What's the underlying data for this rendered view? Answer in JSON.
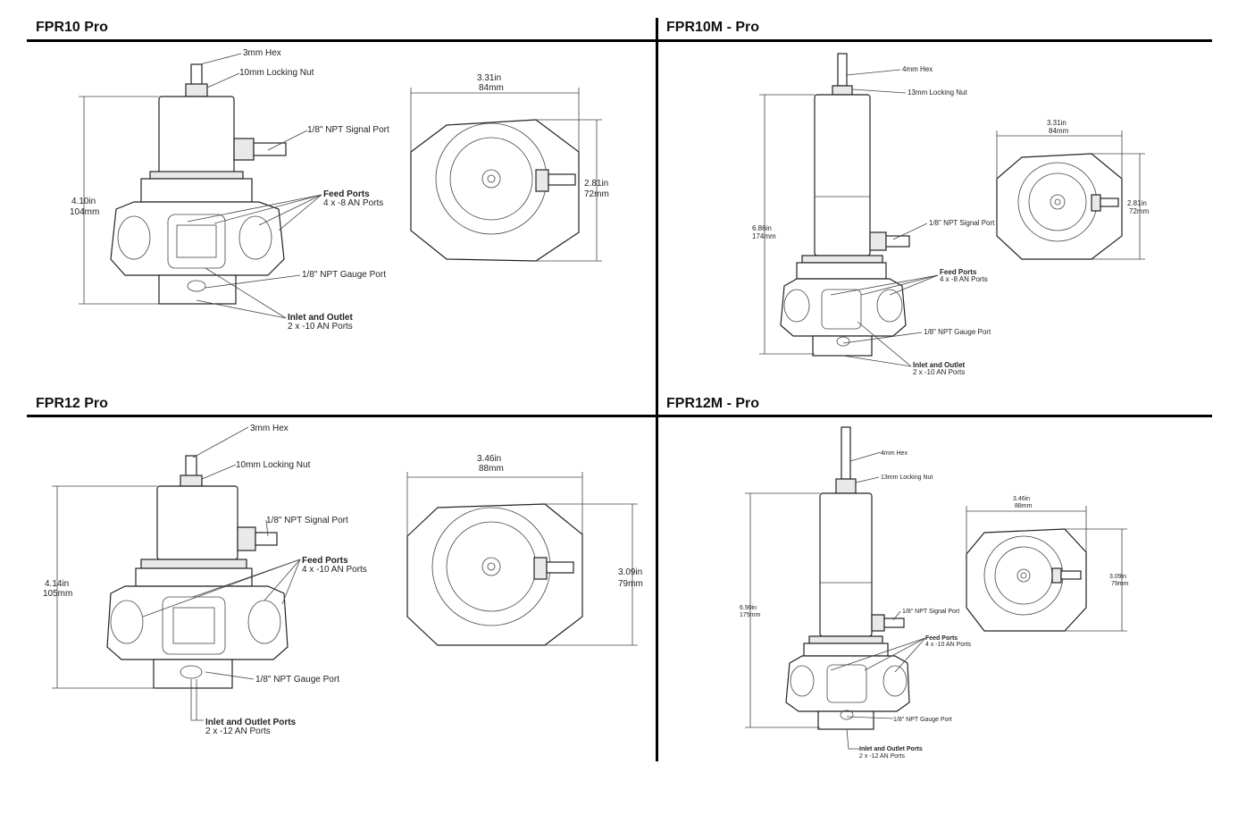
{
  "panels": {
    "fpr10": {
      "title": "FPR10 Pro",
      "callouts": {
        "hex": "3mm Hex",
        "nut": "10mm Locking Nut",
        "signal": "1/8\" NPT Signal Port",
        "feed_title": "Feed Ports",
        "feed_sub": "4 x  -8 AN Ports",
        "gauge": "1/8\" NPT Gauge Port",
        "inlet_title": "Inlet and Outlet",
        "inlet_sub": "2 x -10 AN Ports"
      },
      "dims": {
        "height_in": "4.10in",
        "height_mm": "104mm",
        "width_in": "3.31in",
        "width_mm": "84mm",
        "depth_in": "2.81in",
        "depth_mm": "72mm"
      }
    },
    "fpr10m": {
      "title": "FPR10M - Pro",
      "callouts": {
        "hex": "4mm Hex",
        "nut": "13mm Locking Nut",
        "signal": "1/8\" NPT Signal Port",
        "feed_title": "Feed Ports",
        "feed_sub": "4 x  -8 AN Ports",
        "gauge": "1/8\" NPT Gauge Port",
        "inlet_title": "Inlet and Outlet",
        "inlet_sub": "2 x -10 AN Ports"
      },
      "dims": {
        "height_in": "6.86in",
        "height_mm": "174mm",
        "width_in": "3.31in",
        "width_mm": "84mm",
        "depth_in": "2.81in",
        "depth_mm": "72mm"
      }
    },
    "fpr12": {
      "title": "FPR12 Pro",
      "callouts": {
        "hex": "3mm Hex",
        "nut": "10mm Locking Nut",
        "signal": "1/8\" NPT Signal Port",
        "feed_title": "Feed Ports",
        "feed_sub": "4  x -10 AN Ports",
        "gauge": "1/8\" NPT Gauge Port",
        "inlet_title": "Inlet and Outlet Ports",
        "inlet_sub": "2 x -12 AN Ports"
      },
      "dims": {
        "height_in": "4.14in",
        "height_mm": "105mm",
        "width_in": "3.46in",
        "width_mm": "88mm",
        "depth_in": "3.09in",
        "depth_mm": "79mm"
      }
    },
    "fpr12m": {
      "title": "FPR12M - Pro",
      "callouts": {
        "hex": "4mm Hex",
        "nut": "13mm Locking Nut",
        "signal": "1/8\" NPT Signal Port",
        "feed_title": "Feed Ports",
        "feed_sub": "4  x -10 AN Ports",
        "gauge": "1/8\" NPT Gauge Port",
        "inlet_title": "Inlet and Outlet Ports",
        "inlet_sub": "2 x -12 AN Ports"
      },
      "dims": {
        "height_in": "6.90in",
        "height_mm": "175mm",
        "width_in": "3.46in",
        "width_mm": "88mm",
        "depth_in": "3.09in",
        "depth_mm": "79mm"
      }
    }
  }
}
